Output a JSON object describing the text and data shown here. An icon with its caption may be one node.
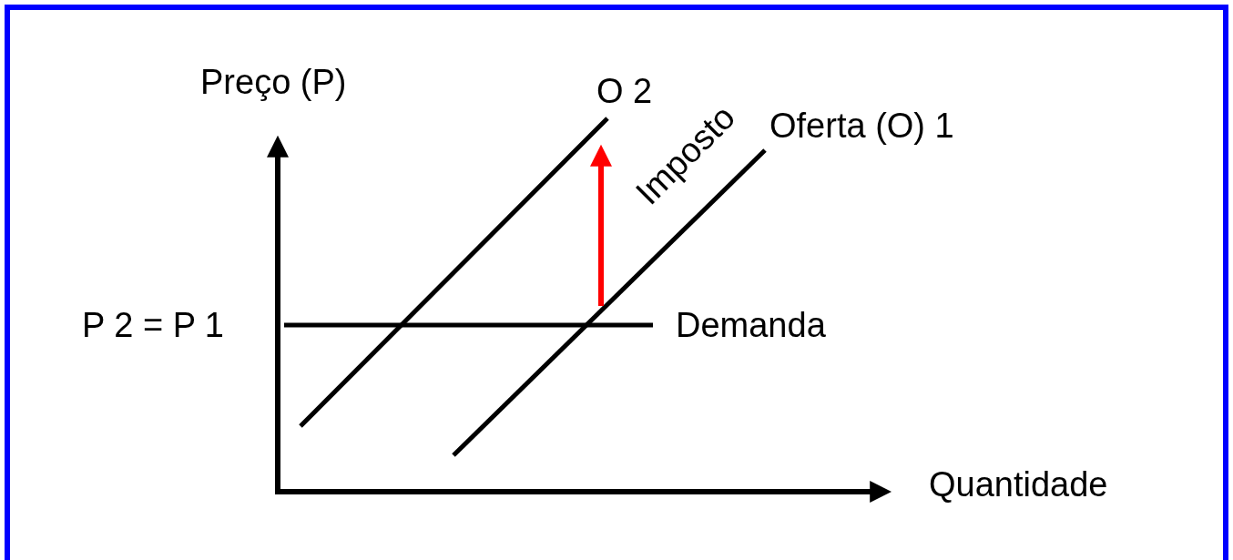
{
  "diagram": {
    "labels": [
      "Preço (P)",
      "O 2",
      "Imposto",
      "Oferta (O) 1",
      "P 2 = P 1",
      "Demanda",
      "Quantidade"
    ]
  }
}
